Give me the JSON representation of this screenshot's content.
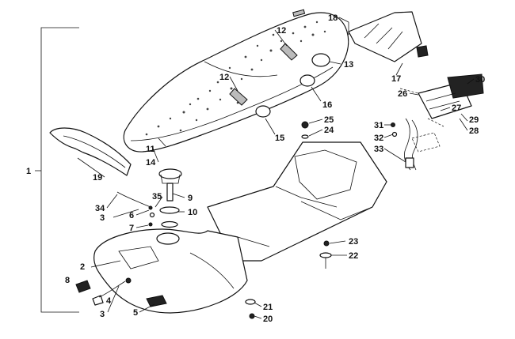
{
  "callouts": [
    {
      "id": "c1",
      "text": "1"
    },
    {
      "id": "c2",
      "text": "2"
    },
    {
      "id": "c3a",
      "text": "3"
    },
    {
      "id": "c3b",
      "text": "3"
    },
    {
      "id": "c4",
      "text": "4"
    },
    {
      "id": "c5",
      "text": "5"
    },
    {
      "id": "c6",
      "text": "6"
    },
    {
      "id": "c7",
      "text": "7"
    },
    {
      "id": "c8",
      "text": "8"
    },
    {
      "id": "c9",
      "text": "9"
    },
    {
      "id": "c10",
      "text": "10"
    },
    {
      "id": "c11",
      "text": "11"
    },
    {
      "id": "c12a",
      "text": "12"
    },
    {
      "id": "c12b",
      "text": "12"
    },
    {
      "id": "c13",
      "text": "13"
    },
    {
      "id": "c14",
      "text": "14"
    },
    {
      "id": "c15",
      "text": "15"
    },
    {
      "id": "c16",
      "text": "16"
    },
    {
      "id": "c17",
      "text": "17"
    },
    {
      "id": "c18",
      "text": "18"
    },
    {
      "id": "c19",
      "text": "19"
    },
    {
      "id": "c20",
      "text": "20"
    },
    {
      "id": "c21",
      "text": "21"
    },
    {
      "id": "c22",
      "text": "22"
    },
    {
      "id": "c23",
      "text": "23"
    },
    {
      "id": "c24",
      "text": "24"
    },
    {
      "id": "c25",
      "text": "25"
    },
    {
      "id": "c26",
      "text": "26"
    },
    {
      "id": "c27",
      "text": "27"
    },
    {
      "id": "c28",
      "text": "28"
    },
    {
      "id": "c29",
      "text": "29"
    },
    {
      "id": "c30",
      "text": "30"
    },
    {
      "id": "c31",
      "text": "31"
    },
    {
      "id": "c32",
      "text": "32"
    },
    {
      "id": "c33",
      "text": "33"
    },
    {
      "id": "c34",
      "text": "34"
    },
    {
      "id": "c35",
      "text": "35"
    }
  ]
}
